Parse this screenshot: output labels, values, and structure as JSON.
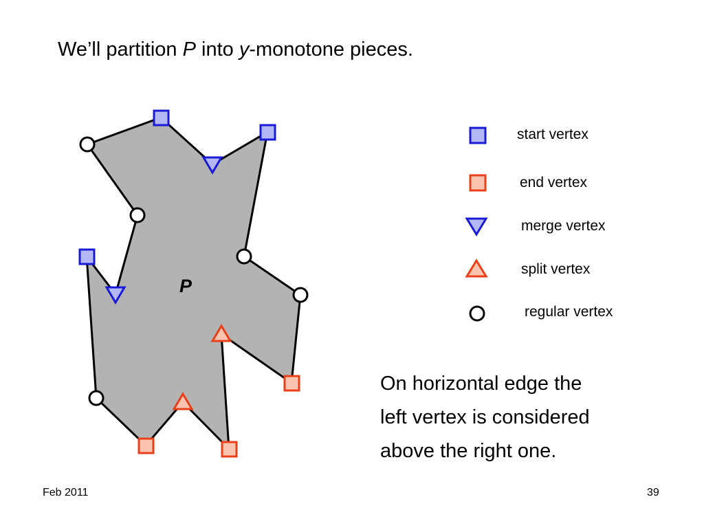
{
  "title": {
    "part1": "We’ll partition ",
    "var_p": "P",
    "part2": " into ",
    "var_y": "y",
    "part3": "-monotone pieces."
  },
  "polygon_label": "P",
  "colors": {
    "polygon_fill": "#b3b3b3",
    "start_fill": "#b3b8f5",
    "start_stroke": "#1a1ad6",
    "end_fill": "#fac4b0",
    "end_stroke": "#e8401a",
    "merge_fill": "#b3b8f5",
    "merge_stroke": "#1a1ad6",
    "split_fill": "#fac4b0",
    "split_stroke": "#e8401a",
    "regular_stroke": "#000000"
  },
  "legend": [
    {
      "type": "start",
      "label": "start vertex",
      "icon": "square-icon"
    },
    {
      "type": "end",
      "label": "end vertex",
      "icon": "square-icon"
    },
    {
      "type": "merge",
      "label": "merge vertex",
      "icon": "down-triangle-icon"
    },
    {
      "type": "split",
      "label": "split vertex",
      "icon": "up-triangle-icon"
    },
    {
      "type": "regular",
      "label": "regular vertex",
      "icon": "circle-icon"
    }
  ],
  "note": {
    "line1": "On horizontal edge the",
    "line2": "left vertex is considered",
    "line3": "above the right one."
  },
  "footer": {
    "date": "Feb 2011",
    "page": "39"
  }
}
